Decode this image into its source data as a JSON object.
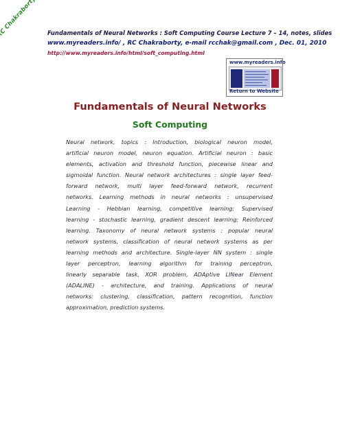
{
  "watermark": "RC Chakraborty, www.myreaders.info",
  "header": {
    "line1": "Fundamentals of Neural Networks : Soft Computing Course Lecture 7 – 14, notes, slides",
    "line2": "www.myreaders.info/ , RC Chakraborty,  e-mail  rcchak@gmail.com , Dec. 01, 2010",
    "line3": "http://www.myreaders.info/html/soft_computing.html"
  },
  "thumbnail": {
    "title": "www.myreaders.info",
    "button_label": "Return to Website"
  },
  "title": "Fundamentals of Neural Networks",
  "subtitle": "Soft Computing",
  "abstract_lines": [
    "Neural network, topics : Introduction, biological neuron model,",
    "artificial neuron model, neuron equation. Artificial neuron : basic",
    "elements, activation and threshold function, piecewise linear and",
    "sigmoidal function. Neural network architectures : single layer feed-",
    "forward network, multi layer feed-forward network, recurrent",
    "networks. Learning methods in neural networks : unsupervised",
    "Learning - Hebbian learning, competitive learning; Supervised",
    "learning - stochastic learning, gradient descent learning; Reinforced",
    "learning. Taxonomy of neural network systems : popular neural",
    "network systems, classification of neural network systems as per",
    "learning methods and architecture. Single-layer NN system : single",
    "layer perceptron, learning algorithm for training perceptron,",
    "linearly separable task, XOR problem, ADAptive LINear Element",
    "(ADALINE) - architecture, and training. Applications of neural",
    "networks: clustering, classification, pattern recognition, function",
    "approximation, prediction systems."
  ]
}
